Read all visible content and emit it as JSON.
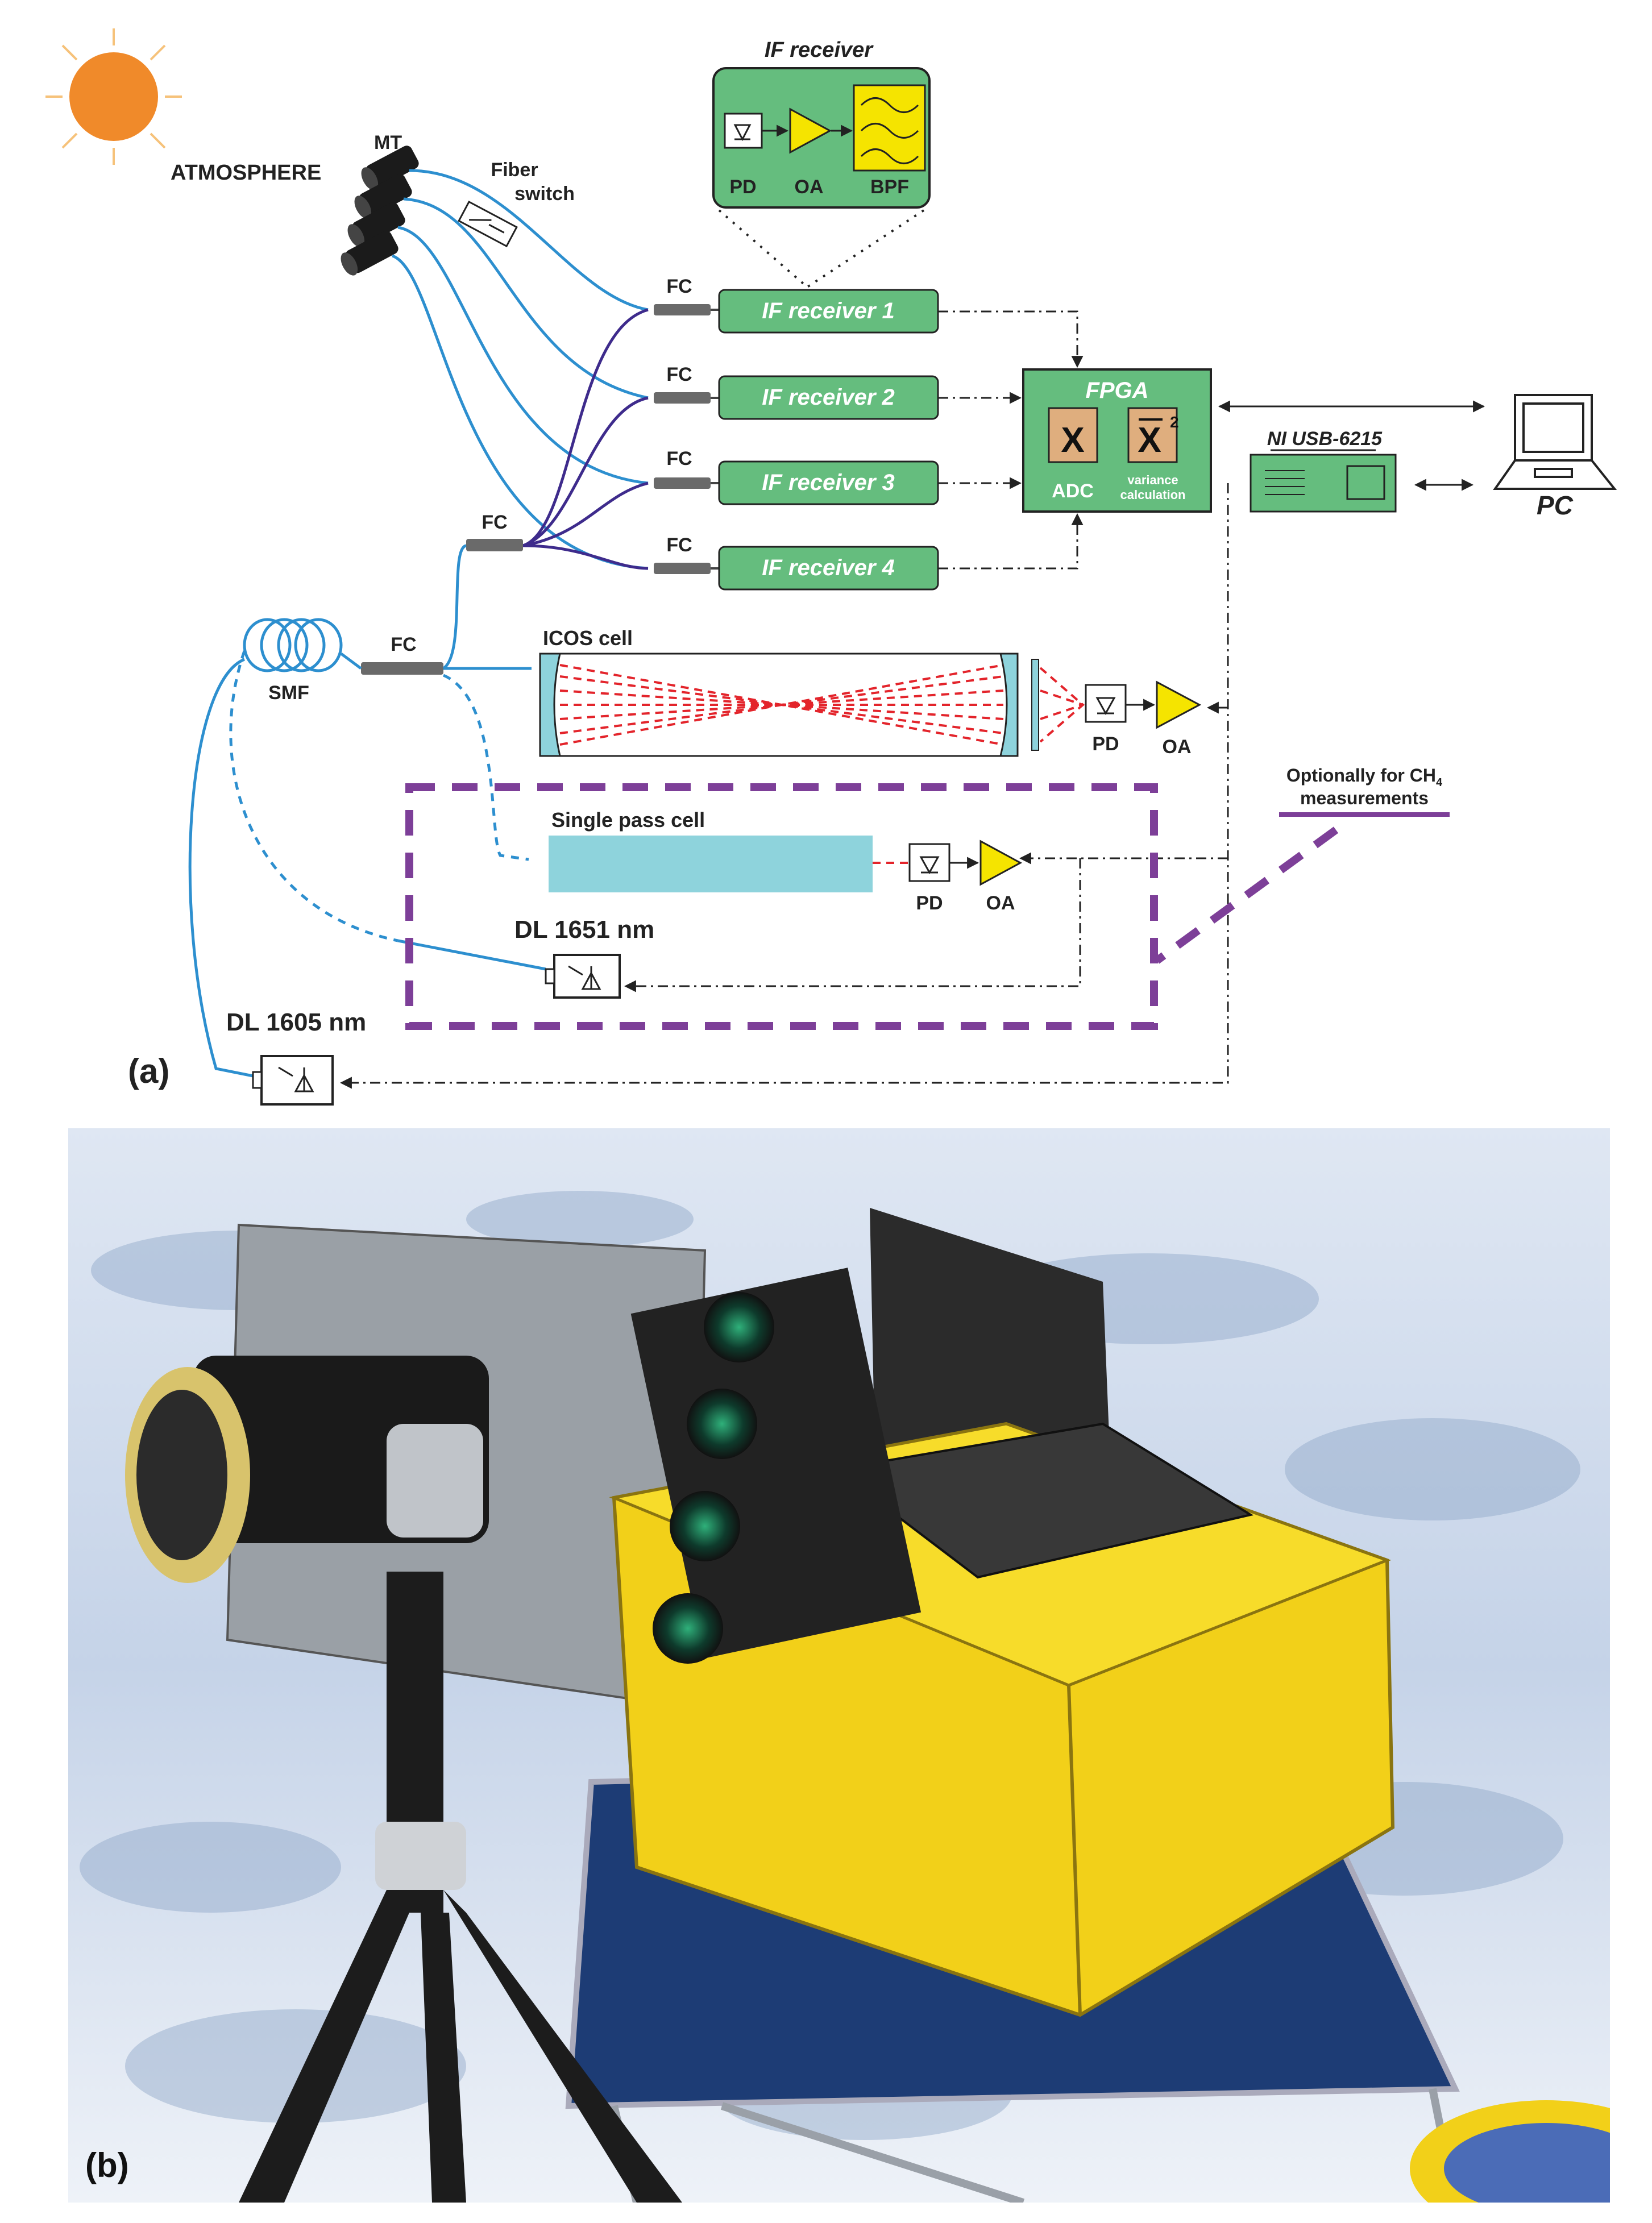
{
  "panel_a": {
    "label": "(a)",
    "atmosphere": "ATMOSPHERE",
    "mt": "MT",
    "fiber_switch_line1": "Fiber",
    "fiber_switch_line2": "switch",
    "if_receiver_title": "IF receiver",
    "pd": "PD",
    "oa": "OA",
    "bpf": "BPF",
    "fc": "FC",
    "receivers": [
      "IF receiver 1",
      "IF receiver 2",
      "IF receiver 3",
      "IF receiver 4"
    ],
    "fpga_title": "FPGA",
    "x_symbol": "X",
    "x2_symbol": "X",
    "x2_superscript": "2",
    "adc": "ADC",
    "variance_line1": "variance",
    "variance_line2": "calculation",
    "ni_usb": "NI USB-6215",
    "pc": "PC",
    "smf": "SMF",
    "icos_cell": "ICOS cell",
    "single_pass_cell": "Single pass cell",
    "optional_line1": "Optionally for CH",
    "optional_sub": "4",
    "optional_line2": "measurements",
    "dl_1651": "DL 1651 nm",
    "dl_1605": "DL 1605 nm"
  },
  "panel_b": {
    "label": "(b)"
  },
  "colors": {
    "block_green": "#5cba7d",
    "block_green_fill": "#65bd7e",
    "fiber_blue": "#2d8fcf",
    "fiber_purple": "#3e2b8c",
    "sun_orange": "#f08a2a",
    "laser_red": "#e3242b",
    "cell_cyan": "#8ed3dc",
    "amp_yellow": "#f5e400",
    "optional_purple": "#7d3f98",
    "case_yellow": "#f2d019"
  },
  "icons": [
    "sun-icon",
    "telescope-icon",
    "fiber-switch-icon",
    "photodiode-icon",
    "amplifier-icon",
    "bandpass-filter-icon",
    "fiber-coupler-icon",
    "fiber-coil-icon",
    "laser-diode-icon",
    "daq-device-icon",
    "laptop-icon"
  ]
}
